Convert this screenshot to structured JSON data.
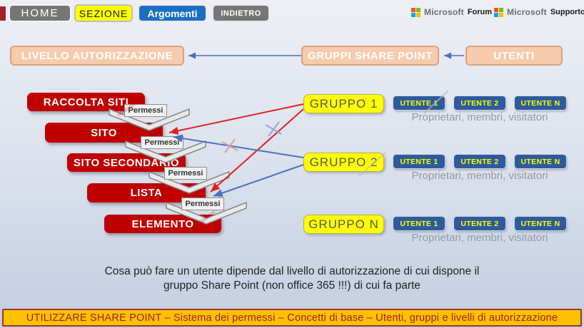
{
  "nav": {
    "home": "HOME",
    "sezione": "SEZIONE",
    "argomenti": "Argomenti",
    "indietro": "INDIETRO"
  },
  "logos": {
    "brand": "Microsoft",
    "forum": "Forum",
    "supporto": "Supporto"
  },
  "flow_row": {
    "livello": "LIVELLO AUTORIZZAZIONE",
    "gruppi": "GRUPPI SHARE POINT",
    "utenti": "UTENTI"
  },
  "hierarchy": {
    "boxes": [
      "RACCOLTA SITI",
      "SITO",
      "SITO SECONDARIO",
      "LISTA",
      "ELEMENTO"
    ],
    "arrow_label": "Permessi"
  },
  "groups": [
    {
      "name": "GRUPPO 1",
      "users": [
        "UTENTE 1",
        "UTENTE 2",
        "UTENTE N"
      ],
      "caption": "Proprietari, membri, visitatori"
    },
    {
      "name": "GRUPPO 2",
      "users": [
        "UTENTE 1",
        "UTENTE 2",
        "UTENTE N"
      ],
      "caption": "Proprietari, membri, visitatori"
    },
    {
      "name": "GRUPPO N",
      "users": [
        "UTENTE 1",
        "UTENTE 2",
        "UTENTE N"
      ],
      "caption": "Proprietari, membri, visitatori"
    }
  ],
  "note": {
    "line1": "Cosa può fare un utente dipende dal livello di autorizzazione di cui dispone il",
    "line2": "gruppo Share Point (non office 365 !!!) di cui fa parte"
  },
  "footer": {
    "title": "UTILIZZARE SHARE POINT – Sistema dei permessi – Concetti di base – Utenti, gruppi e livelli di autorizzazione"
  },
  "colors": {
    "box_red": "#c00000",
    "group_yellow": "#ffff00",
    "user_blue": "#2e5b9c",
    "flow_peach": "#f8cbad",
    "footer_gold": "#ffc000",
    "line_red": "#e02020",
    "line_blue": "#4472c4"
  }
}
